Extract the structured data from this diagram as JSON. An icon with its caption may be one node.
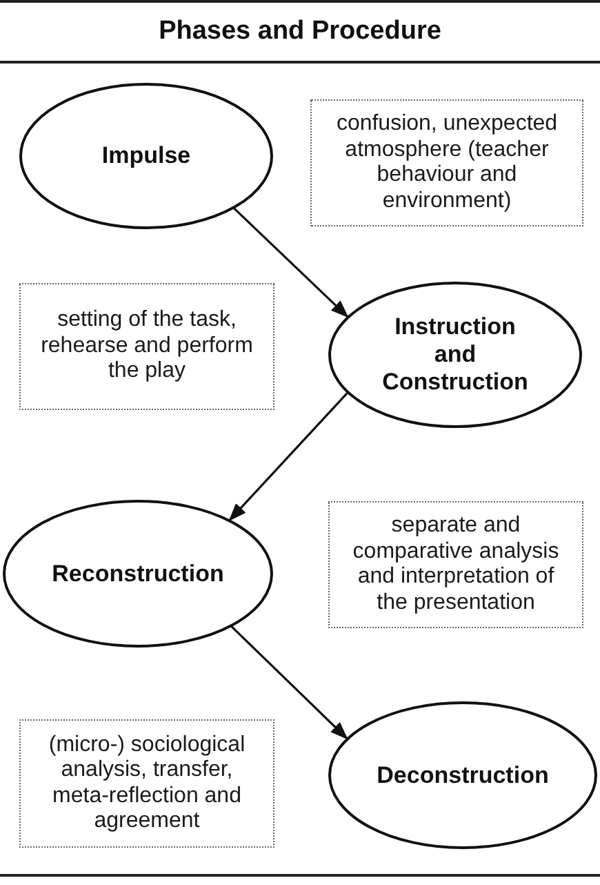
{
  "diagram": {
    "title": "Phases and Procedure",
    "nodes": [
      {
        "text": [
          "Impulse"
        ]
      },
      {
        "text": [
          "confusion, unexpected atmosphere (teacher behaviour and environment)"
        ]
      },
      {
        "text": [
          "setting of the task, rehearse and perform the play"
        ]
      },
      {
        "text": [
          "Instruction and Construction"
        ]
      },
      {
        "text": [
          "Reconstruction"
        ]
      },
      {
        "text": [
          "separate and comparative analysis and interpretation of the presentation"
        ]
      },
      {
        "text": [
          "(micro-) sociological analysis, transfer, meta-reflection and agreement"
        ]
      },
      {
        "text": [
          "Deconstruction"
        ]
      }
    ],
    "edges": [
      {
        "from": 0,
        "to": 3,
        "arrow": "to"
      },
      {
        "from": 3,
        "to": 4,
        "arrow": "to"
      },
      {
        "from": 4,
        "to": 7,
        "arrow": "to"
      }
    ]
  }
}
